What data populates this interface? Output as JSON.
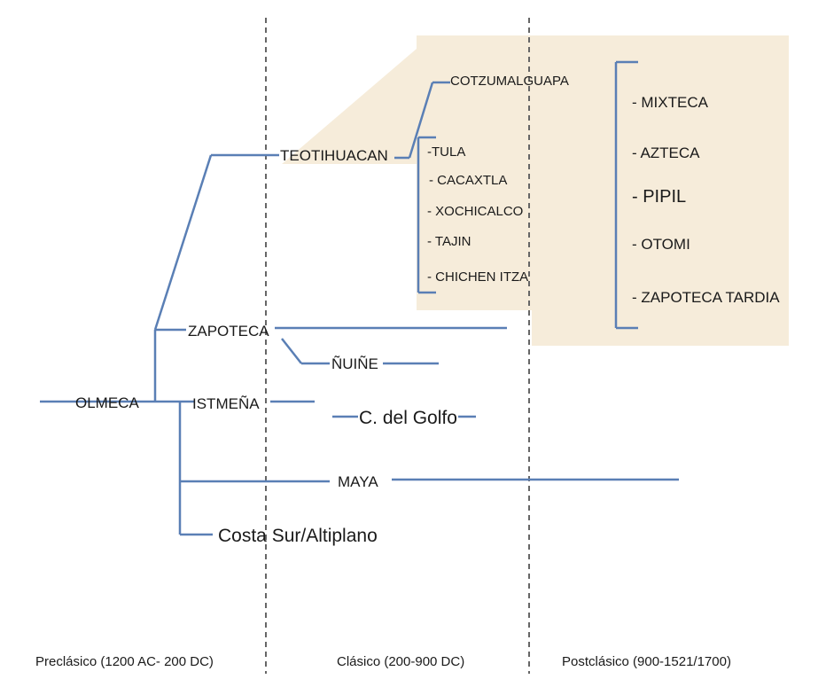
{
  "colors": {
    "line": "#5a7fb5",
    "highlight": "#f6ecda",
    "divider": "#666666",
    "text": "#1a1a1a"
  },
  "cultures": {
    "olmeca": "OLMECA",
    "teotihuacan": "TEOTIHUACAN",
    "zapoteca": "ZAPOTECA",
    "istmena": "ISTMEÑA",
    "maya": "MAYA",
    "costa_sur": "Costa Sur/Altiplano",
    "nuine": "ÑUIÑE",
    "golfo": "C. del Golfo",
    "cotzumalguapa": "COTZUMALGUAPA"
  },
  "teotihuacan_branches": [
    "-TULA",
    "- CACAXTLA",
    "- XOCHICALCO",
    "- TAJIN",
    "- CHICHEN ITZA"
  ],
  "postclassic_cultures": [
    "- MIXTECA",
    "- AZTECA",
    "- PIPIL",
    "- OTOMI",
    "- ZAPOTECA TARDIA"
  ],
  "periods": {
    "preclasico": "Preclásico (1200 AC- 200 DC)",
    "clasico": "Clásico (200-900 DC)",
    "postclasico": "Postclásico (900-1521/1700)"
  }
}
